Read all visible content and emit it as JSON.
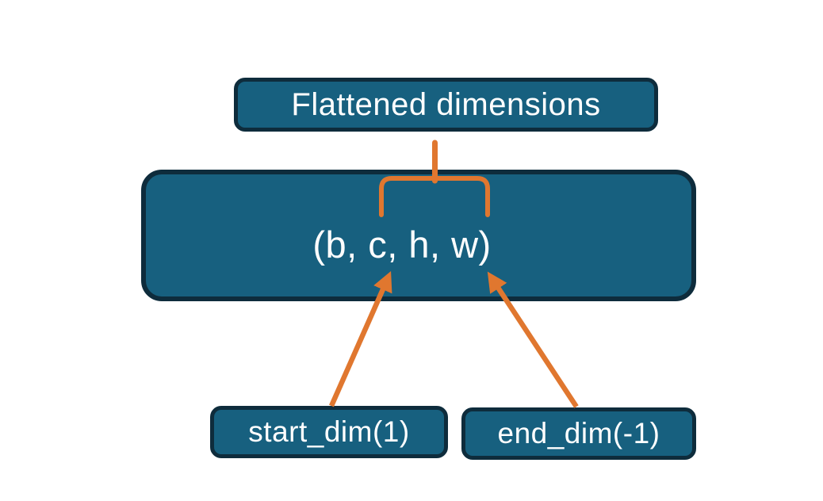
{
  "diagram": {
    "nodes": {
      "flattened": {
        "label": "Flattened dimensions"
      },
      "tensor": {
        "label": "(b, c, h, w)"
      },
      "start_dim": {
        "label": "start_dim(1)"
      },
      "end_dim": {
        "label": "end_dim(-1)"
      }
    },
    "connectors": {
      "brace": {
        "icon": "curly-brace-icon",
        "groups": "c, h, w",
        "points_to": "Flattened dimensions"
      },
      "arrows": [
        {
          "icon": "arrow-up-icon",
          "from": "start_dim(1)",
          "to": "dimension c"
        },
        {
          "icon": "arrow-up-icon",
          "from": "end_dim(-1)",
          "to": "dimension w"
        }
      ]
    },
    "colors": {
      "node_fill": "#17607F",
      "node_border": "#0E2C3C",
      "accent": "#E0772F",
      "text": "#FFFFFF",
      "background": "#FFFFFF"
    }
  }
}
